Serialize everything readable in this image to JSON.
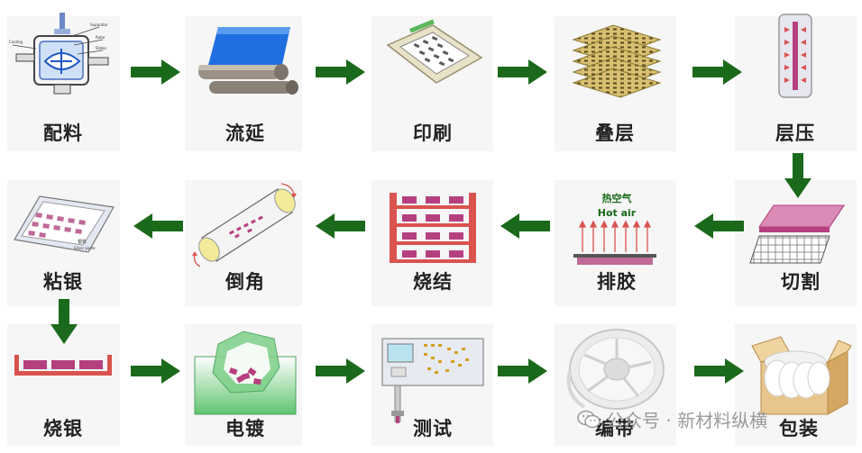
{
  "steps": [
    {
      "label": "配料",
      "icon": "disperser-mixer-icon"
    },
    {
      "label": "流延",
      "icon": "tape-casting-roller-icon"
    },
    {
      "label": "印刷",
      "icon": "screen-printing-icon"
    },
    {
      "label": "叠层",
      "icon": "stacked-sheets-icon"
    },
    {
      "label": "层压",
      "icon": "lamination-icon"
    },
    {
      "label": "切割",
      "icon": "cutting-grid-icon"
    },
    {
      "label": "排胶",
      "icon": "hot-air-binder-removal-icon"
    },
    {
      "label": "烧结",
      "icon": "sintering-kiln-icon"
    },
    {
      "label": "倒角",
      "icon": "tumbling-drum-icon"
    },
    {
      "label": "粘银",
      "icon": "silver-paste-tray-icon"
    },
    {
      "label": "烧银",
      "icon": "silver-firing-icon"
    },
    {
      "label": "电镀",
      "icon": "electroplating-barrel-icon"
    },
    {
      "label": "测试",
      "icon": "tester-machine-icon"
    },
    {
      "label": "编带",
      "icon": "tape-reel-icon"
    },
    {
      "label": "包装",
      "icon": "packaging-box-icon"
    }
  ],
  "annotations": {
    "hot_air_cn": "热空气",
    "hot_air_en": "Hot air",
    "mixer_labels": [
      "Cooling",
      "Separator",
      "Rotor",
      "Stator"
    ],
    "silver_paste": "Silver paste",
    "silver_cn": "银浆"
  },
  "watermark": {
    "text": "公众号 · 新材料纵横",
    "icon": "wechat-icon"
  },
  "colors": {
    "arrow": "#1b6a1b",
    "tile": "#f6f6f6",
    "magenta": "#b5407f",
    "green_bath": "#6fcf7f",
    "blue_film": "#1f6fe0"
  }
}
